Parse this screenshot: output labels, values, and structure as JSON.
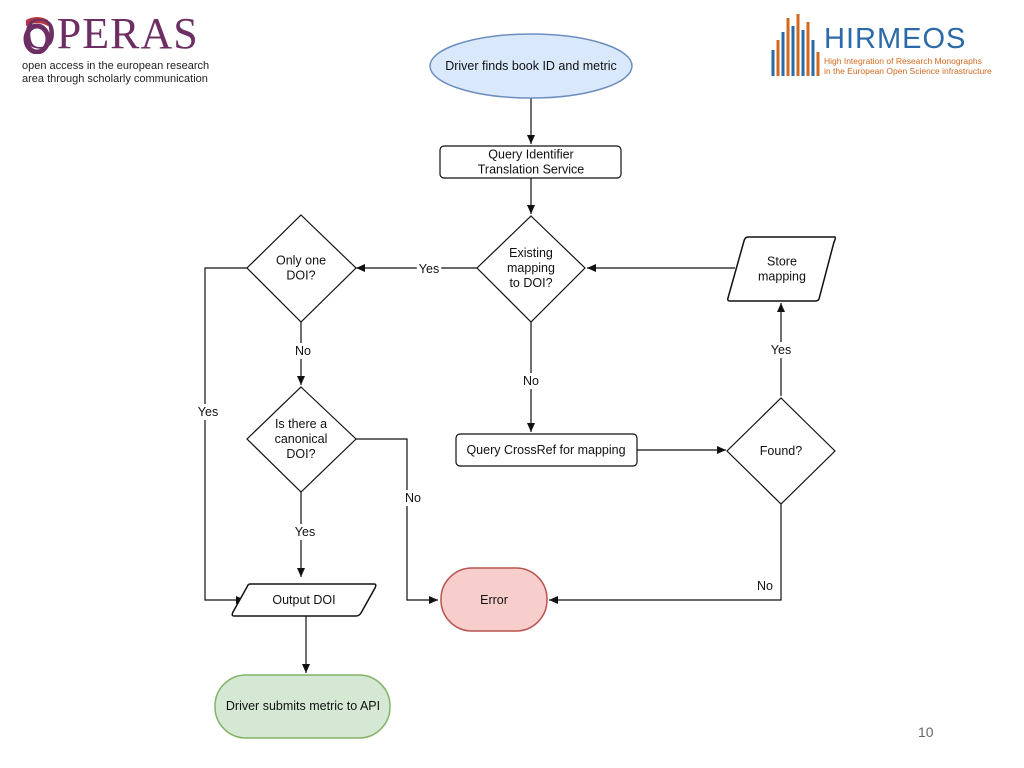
{
  "logos": {
    "opera": {
      "name": "OPERAS",
      "tagline_1": "open access in the european research",
      "tagline_2": "area through scholarly communication"
    },
    "hirmeos": {
      "name": "HIRMEOS",
      "tagline_1": "High Integration of Research Monographs",
      "tagline_2": "in the European Open Science infrastructure"
    }
  },
  "page_number": "10",
  "flowchart": {
    "nodes": {
      "start": [
        "Driver finds book ID and metric"
      ],
      "query_id": [
        "Query Identifier",
        "Translation Service"
      ],
      "existing": [
        "Existing",
        "mapping",
        "to DOI?"
      ],
      "only_one": [
        "Only one",
        "DOI?"
      ],
      "canonical": [
        "Is there a",
        "canonical",
        "DOI?"
      ],
      "crossref": [
        "Query CrossRef for mapping"
      ],
      "found": [
        "Found?"
      ],
      "store": [
        "Store",
        "mapping"
      ],
      "output": [
        "Output DOI"
      ],
      "error": [
        "Error"
      ],
      "submit": [
        "Driver submits metric to API"
      ]
    },
    "edge_labels": {
      "existing_yes": "Yes",
      "existing_no": "No",
      "only_one_yes": "Yes",
      "only_one_no": "No",
      "canonical_yes": "Yes",
      "canonical_no": "No",
      "found_yes": "Yes",
      "found_no": "No"
    }
  },
  "colors": {
    "start_fill": "#dae8fc",
    "start_stroke": "#6c8ebf",
    "error_fill": "#f8cecc",
    "error_stroke": "#b85450",
    "end_fill": "#d5e8d4",
    "end_stroke": "#82b366",
    "opera": "#6d2f63",
    "hirmeos": "#2a6aa8",
    "hirmeos_tag": "#d2691e"
  }
}
